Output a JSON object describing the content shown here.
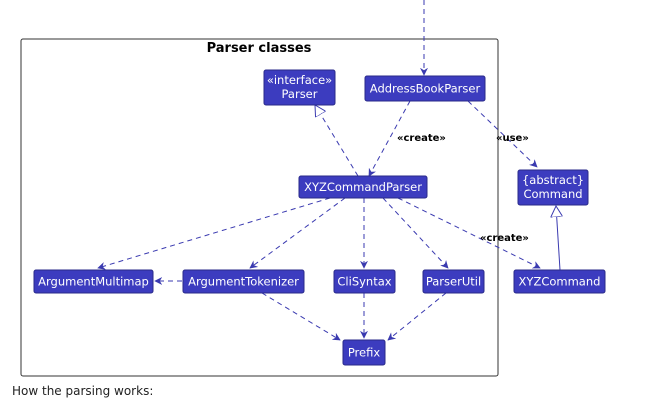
{
  "package": {
    "title": "Parser classes"
  },
  "classes": {
    "parser_interface": {
      "stereotype": "«interface»",
      "name": "Parser"
    },
    "address_book_parser": {
      "name": "AddressBookParser"
    },
    "xyz_command_parser": {
      "name": "XYZCommandParser"
    },
    "command_abstract": {
      "stereotype": "{abstract}",
      "name": "Command"
    },
    "argument_multimap": {
      "name": "ArgumentMultimap"
    },
    "argument_tokenizer": {
      "name": "ArgumentTokenizer"
    },
    "cli_syntax": {
      "name": "CliSyntax"
    },
    "parser_util": {
      "name": "ParserUtil"
    },
    "xyz_command": {
      "name": "XYZCommand"
    },
    "prefix": {
      "name": "Prefix"
    }
  },
  "labels": {
    "create_1": "«create»",
    "use": "«use»",
    "create_2": "«create»"
  },
  "colors": {
    "class_fill": "#3c3cbf",
    "edge": "#3a3ab0"
  },
  "caption": "How the parsing works:"
}
